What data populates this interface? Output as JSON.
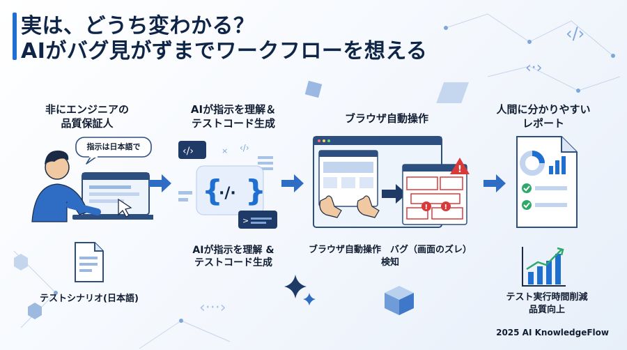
{
  "title": {
    "line1": "実は、どうち変わかる？",
    "line2": "AIがバグ見がずまでワークフローを想える"
  },
  "steps": [
    {
      "label_line1": "非にエンジニアの",
      "label_line2": "品質保証人",
      "bubble": "指示は日本語で"
    },
    {
      "label_line1": "AIが指示を理解＆",
      "label_line2": "テストコード生成"
    },
    {
      "label_line1": "ブラウザ自動操作"
    },
    {
      "label_line1": "人間に分かりやすい",
      "label_line2": "レポート"
    }
  ],
  "sublabels": {
    "scenario": "テストシナリオ(日本語)",
    "ai_line1": "AIが指示を理解 &",
    "ai_line2": "テストコード生成",
    "browser_line1": "ブラウザ自動操作　バグ（画面のズレ）",
    "browser_line2": "検知",
    "report_line1": "テスト実行時間削減",
    "report_line2": "品質向上"
  },
  "footer": "2025 AI KnowledgeFlow",
  "colors": {
    "accent": "#1f6fd1",
    "dark": "#0f2547",
    "alert": "#d83a3a",
    "check": "#2fa86b"
  },
  "icons": [
    "engineer-icon",
    "document-icon",
    "code-icon",
    "browser-icon",
    "cursor-icon",
    "alert-icon",
    "report-icon",
    "growth-chart-icon",
    "sparkle-icon",
    "cube-icon"
  ]
}
